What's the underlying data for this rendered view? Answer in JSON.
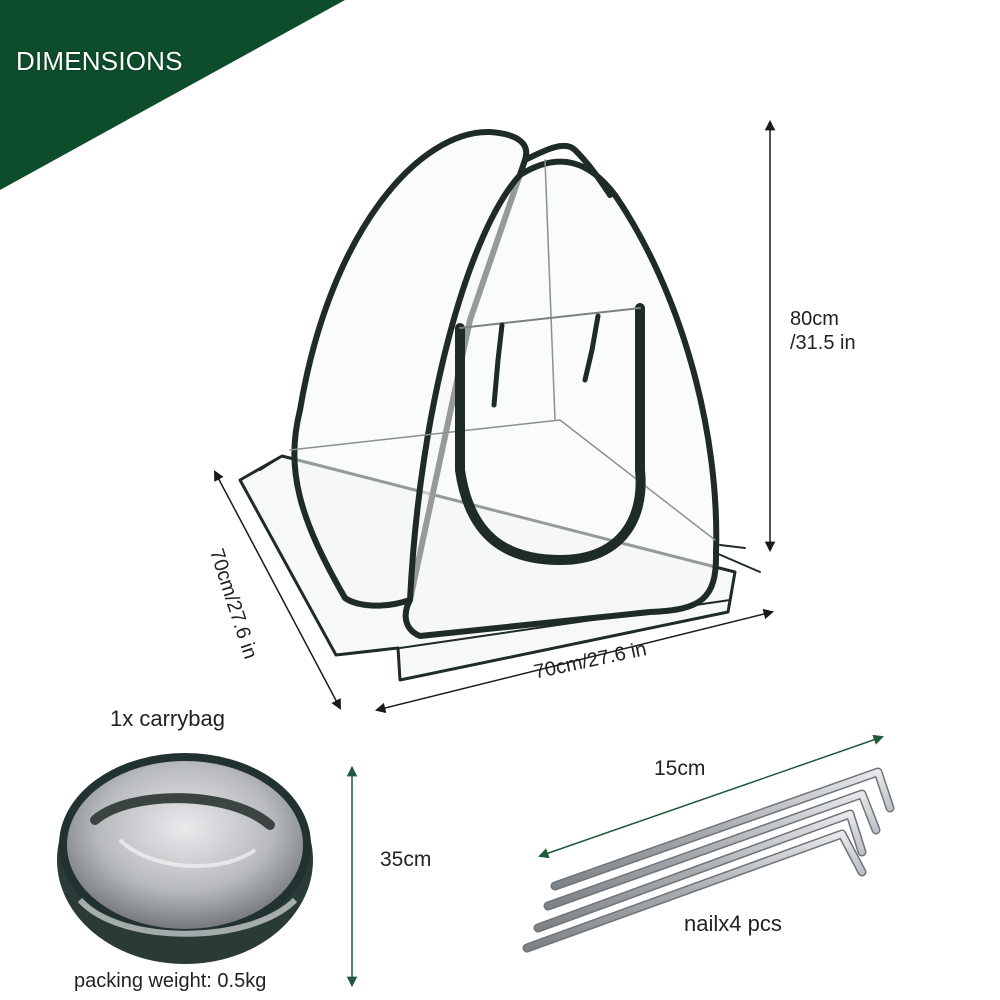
{
  "banner": {
    "text": "DIMENSIONS",
    "color": "#0d4d2b"
  },
  "dimensions": {
    "height_label": "80cm\n/31.5 in",
    "width_label": "70cm/27.6 in",
    "depth_label": "70cm/27.6 in"
  },
  "carrybag": {
    "title": "1x carrybag",
    "height_label": "35cm",
    "weight_label": "packing weight: 0.5kg"
  },
  "nails": {
    "length_label": "15cm",
    "count_label": "nailx4 pcs"
  },
  "colors": {
    "frame": "#1f2b28",
    "arrow_dark": "#1a1a1a",
    "arrow_green": "#1f5a3a",
    "steel": "#b8bcc0"
  }
}
